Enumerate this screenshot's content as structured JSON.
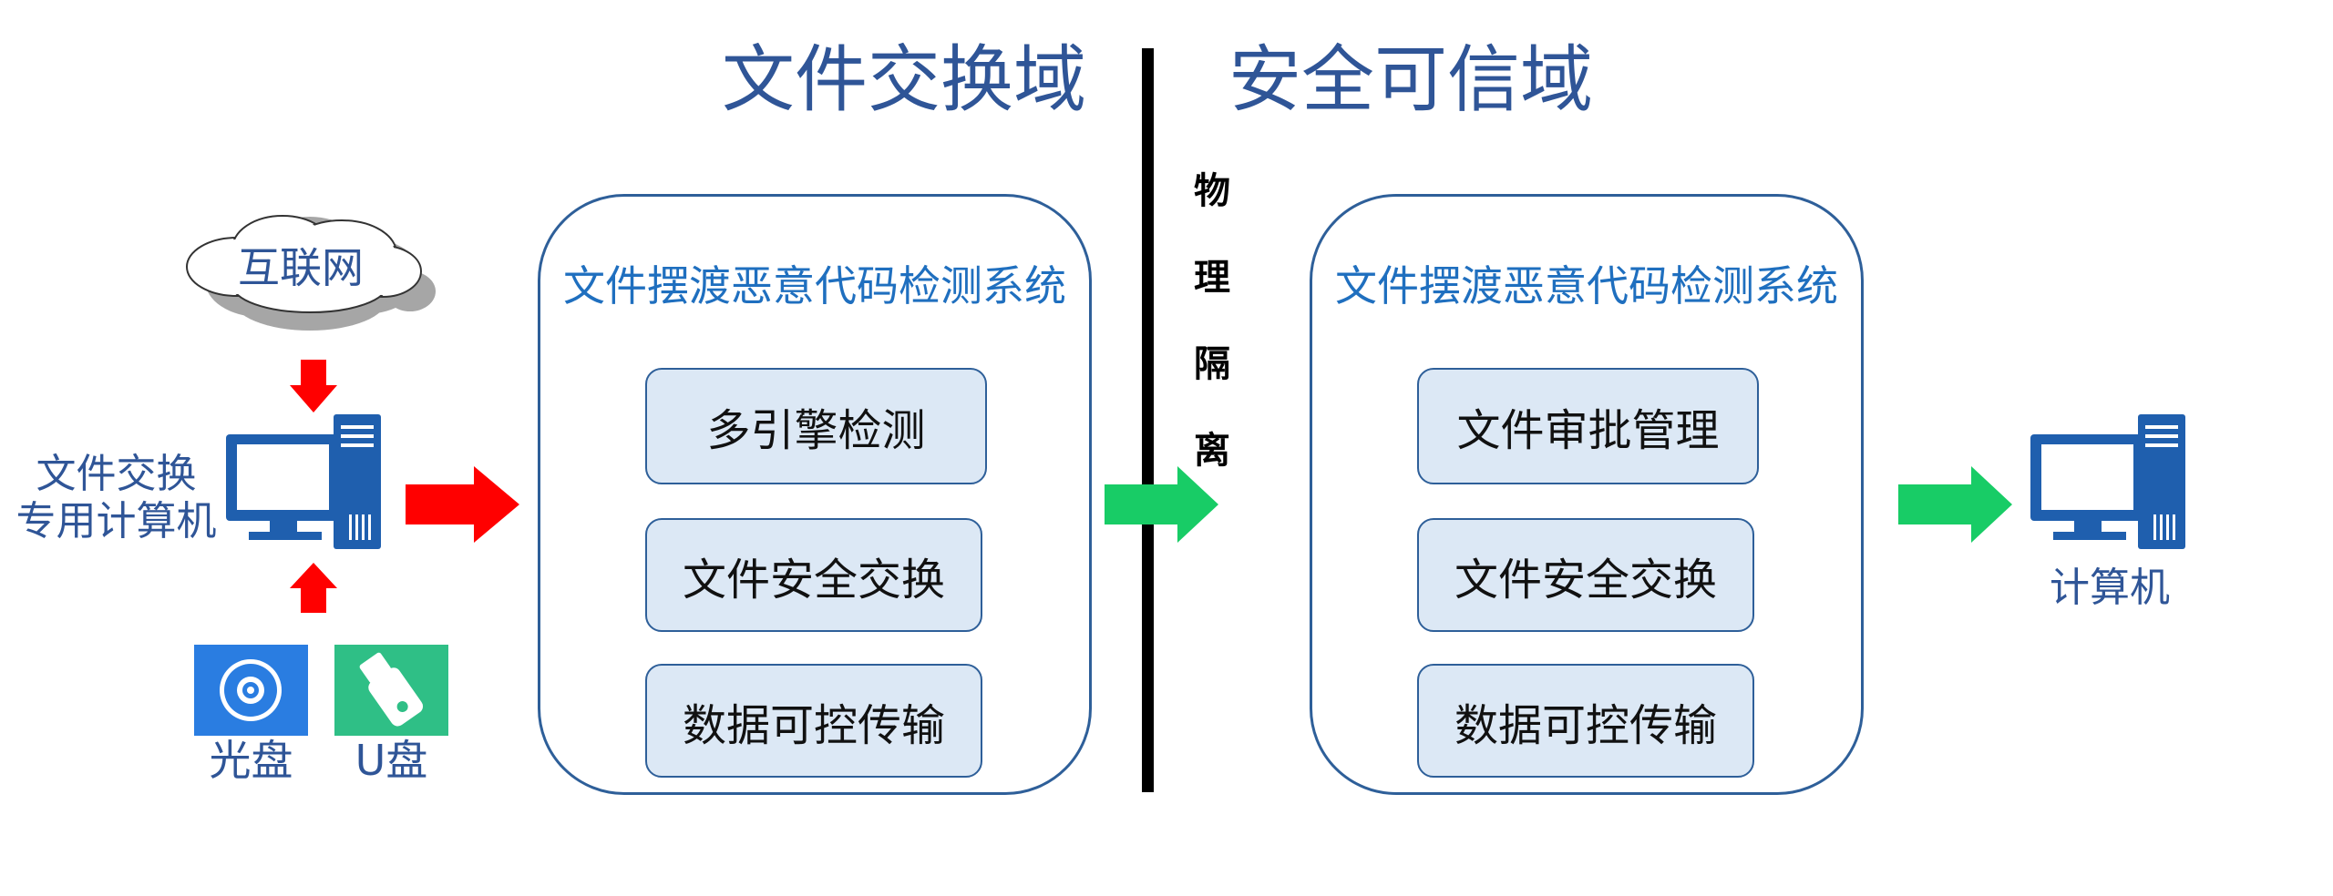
{
  "domains": {
    "left_title": "文件交换域",
    "right_title": "安全可信域"
  },
  "isolation": {
    "chars": [
      "物",
      "理",
      "隔",
      "离"
    ]
  },
  "internet": {
    "label": "互联网"
  },
  "source_computer": {
    "label_line1": "文件交换",
    "label_line2": "专用计算机"
  },
  "media": {
    "cd_label": "光盘",
    "usb_label": "U盘"
  },
  "left_system": {
    "title": "文件摆渡恶意代码检测系统",
    "modules": [
      "多引擎检测",
      "文件安全交换",
      "数据可控传输"
    ]
  },
  "right_system": {
    "title": "文件摆渡恶意代码检测系统",
    "modules": [
      "文件审批管理",
      "文件安全交换",
      "数据可控传输"
    ]
  },
  "target_computer": {
    "label": "计算机"
  },
  "colors": {
    "title_blue": "#2f5597",
    "system_title_blue": "#1f6fbf",
    "module_fill": "#dce8f5",
    "border_blue": "#2e5f99",
    "red_arrow": "#ff0000",
    "green_arrow": "#18cc66",
    "computer_blue": "#1f5fae",
    "cd_tile": "#2a7de1",
    "usb_tile": "#2fbf86"
  },
  "icons": [
    "cloud-icon",
    "computer-icon",
    "cd-icon",
    "usb-drive-icon",
    "red-arrow-icon",
    "green-arrow-icon"
  ]
}
